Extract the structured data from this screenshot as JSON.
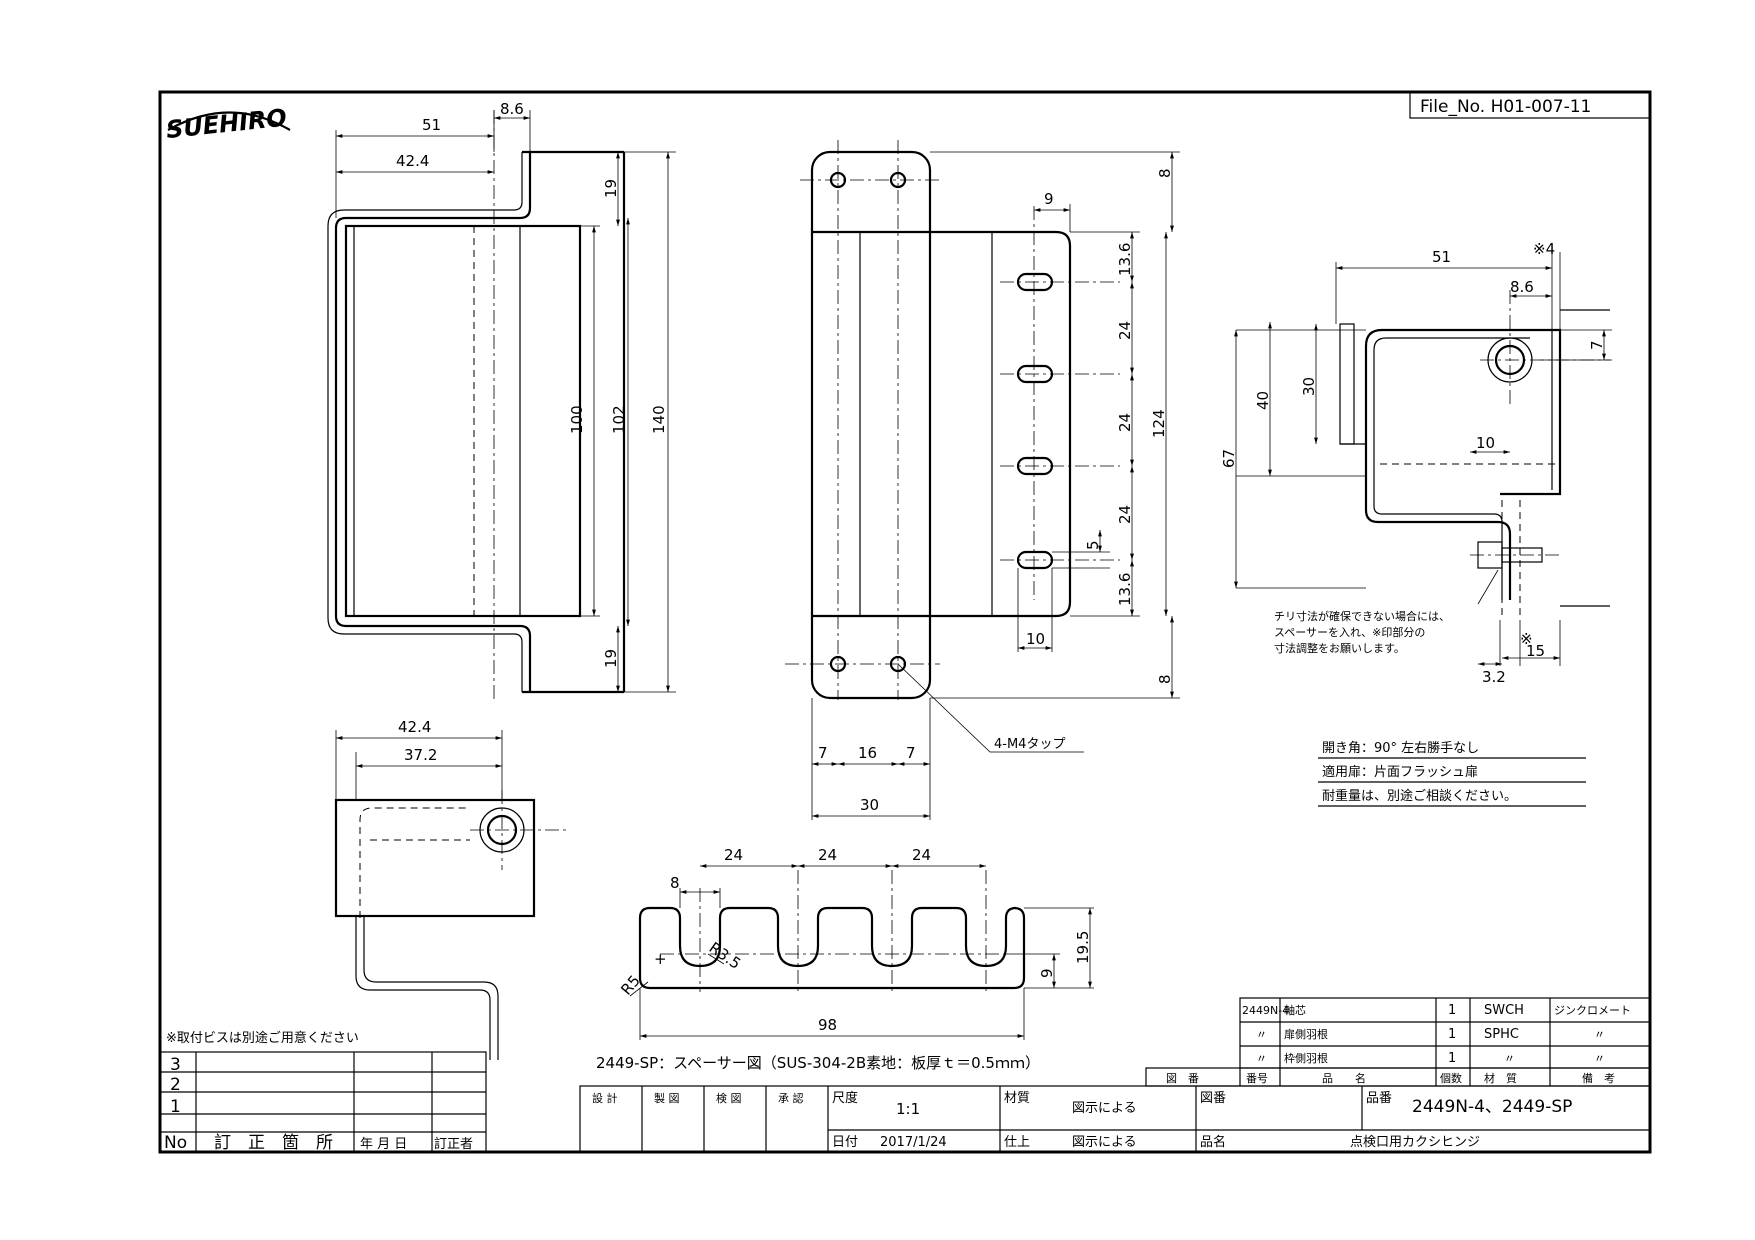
{
  "file_no": "File_No. H01-007-11",
  "logo": "SUEHIRO",
  "front_view": {
    "dims": [
      "51",
      "8.6",
      "42.4",
      "19",
      "100",
      "102",
      "140",
      "19"
    ]
  },
  "center_view": {
    "dims": [
      "8",
      "9",
      "13.6",
      "24",
      "24",
      "24",
      "124",
      "5",
      "13.6",
      "10",
      "8",
      "7",
      "16",
      "7",
      "30"
    ],
    "tap_note": "4-M4タップ"
  },
  "right_view": {
    "dims": [
      "51",
      "※4",
      "8.6",
      "7",
      "40",
      "30",
      "67",
      "10",
      "※",
      "15",
      "3.2"
    ],
    "note": [
      "チリ寸法が確保できない場合には、",
      "スペーサーを入れ、※印部分の",
      "寸法調整をお願いします。"
    ]
  },
  "top_view": {
    "dims": [
      "42.4",
      "37.2"
    ]
  },
  "spacer": {
    "dims": [
      "24",
      "24",
      "24",
      "8",
      "19.5",
      "9",
      "R5",
      "R3.5",
      "98"
    ],
    "caption": "2449-SP：スペーサー図（SUS-304-2B素地：板厚ｔ＝0.5ｍｍ）"
  },
  "specs": [
    "開き角：90° 左右勝手なし",
    "適用扉：片面フラッシュ扉",
    "耐重量は、別途ご相談ください。"
  ],
  "screw_note": "※取付ビスは別途ご用意ください",
  "parts_list": {
    "rows": [
      {
        "code": "2449N-4",
        "name": "軸芯",
        "qty": "1",
        "material": "SWCH",
        "remark": "ジンクロメート"
      },
      {
        "code": "〃",
        "name": "扉側羽根",
        "qty": "1",
        "material": "SPHC",
        "remark": "〃"
      },
      {
        "code": "〃",
        "name": "枠側羽根",
        "qty": "1",
        "material": "〃",
        "remark": "〃"
      }
    ],
    "header": [
      "図　番",
      "番号",
      "品　　名",
      "個数",
      "材　質",
      "備　考"
    ]
  },
  "revision_table": {
    "numbers": [
      "3",
      "2",
      "1"
    ],
    "header": [
      "No",
      "訂　正　箇　所",
      "年 月 日",
      "訂正者"
    ]
  },
  "title_block": {
    "approvals": [
      "設 計",
      "製 図",
      "検 図",
      "承 認"
    ],
    "scale_label": "尺度",
    "scale_value": "1:1",
    "date_label": "日付",
    "date_value": "2017/1/24",
    "material_label": "材質",
    "material_value": "図示による",
    "finish_label": "仕上",
    "finish_value": "図示による",
    "drawing_no_label": "図番",
    "product_no_label": "品番",
    "product_no_value": "2449N-4、2449-SP",
    "product_name_label": "品名",
    "product_name_value": "点検口用カクシヒンジ"
  }
}
